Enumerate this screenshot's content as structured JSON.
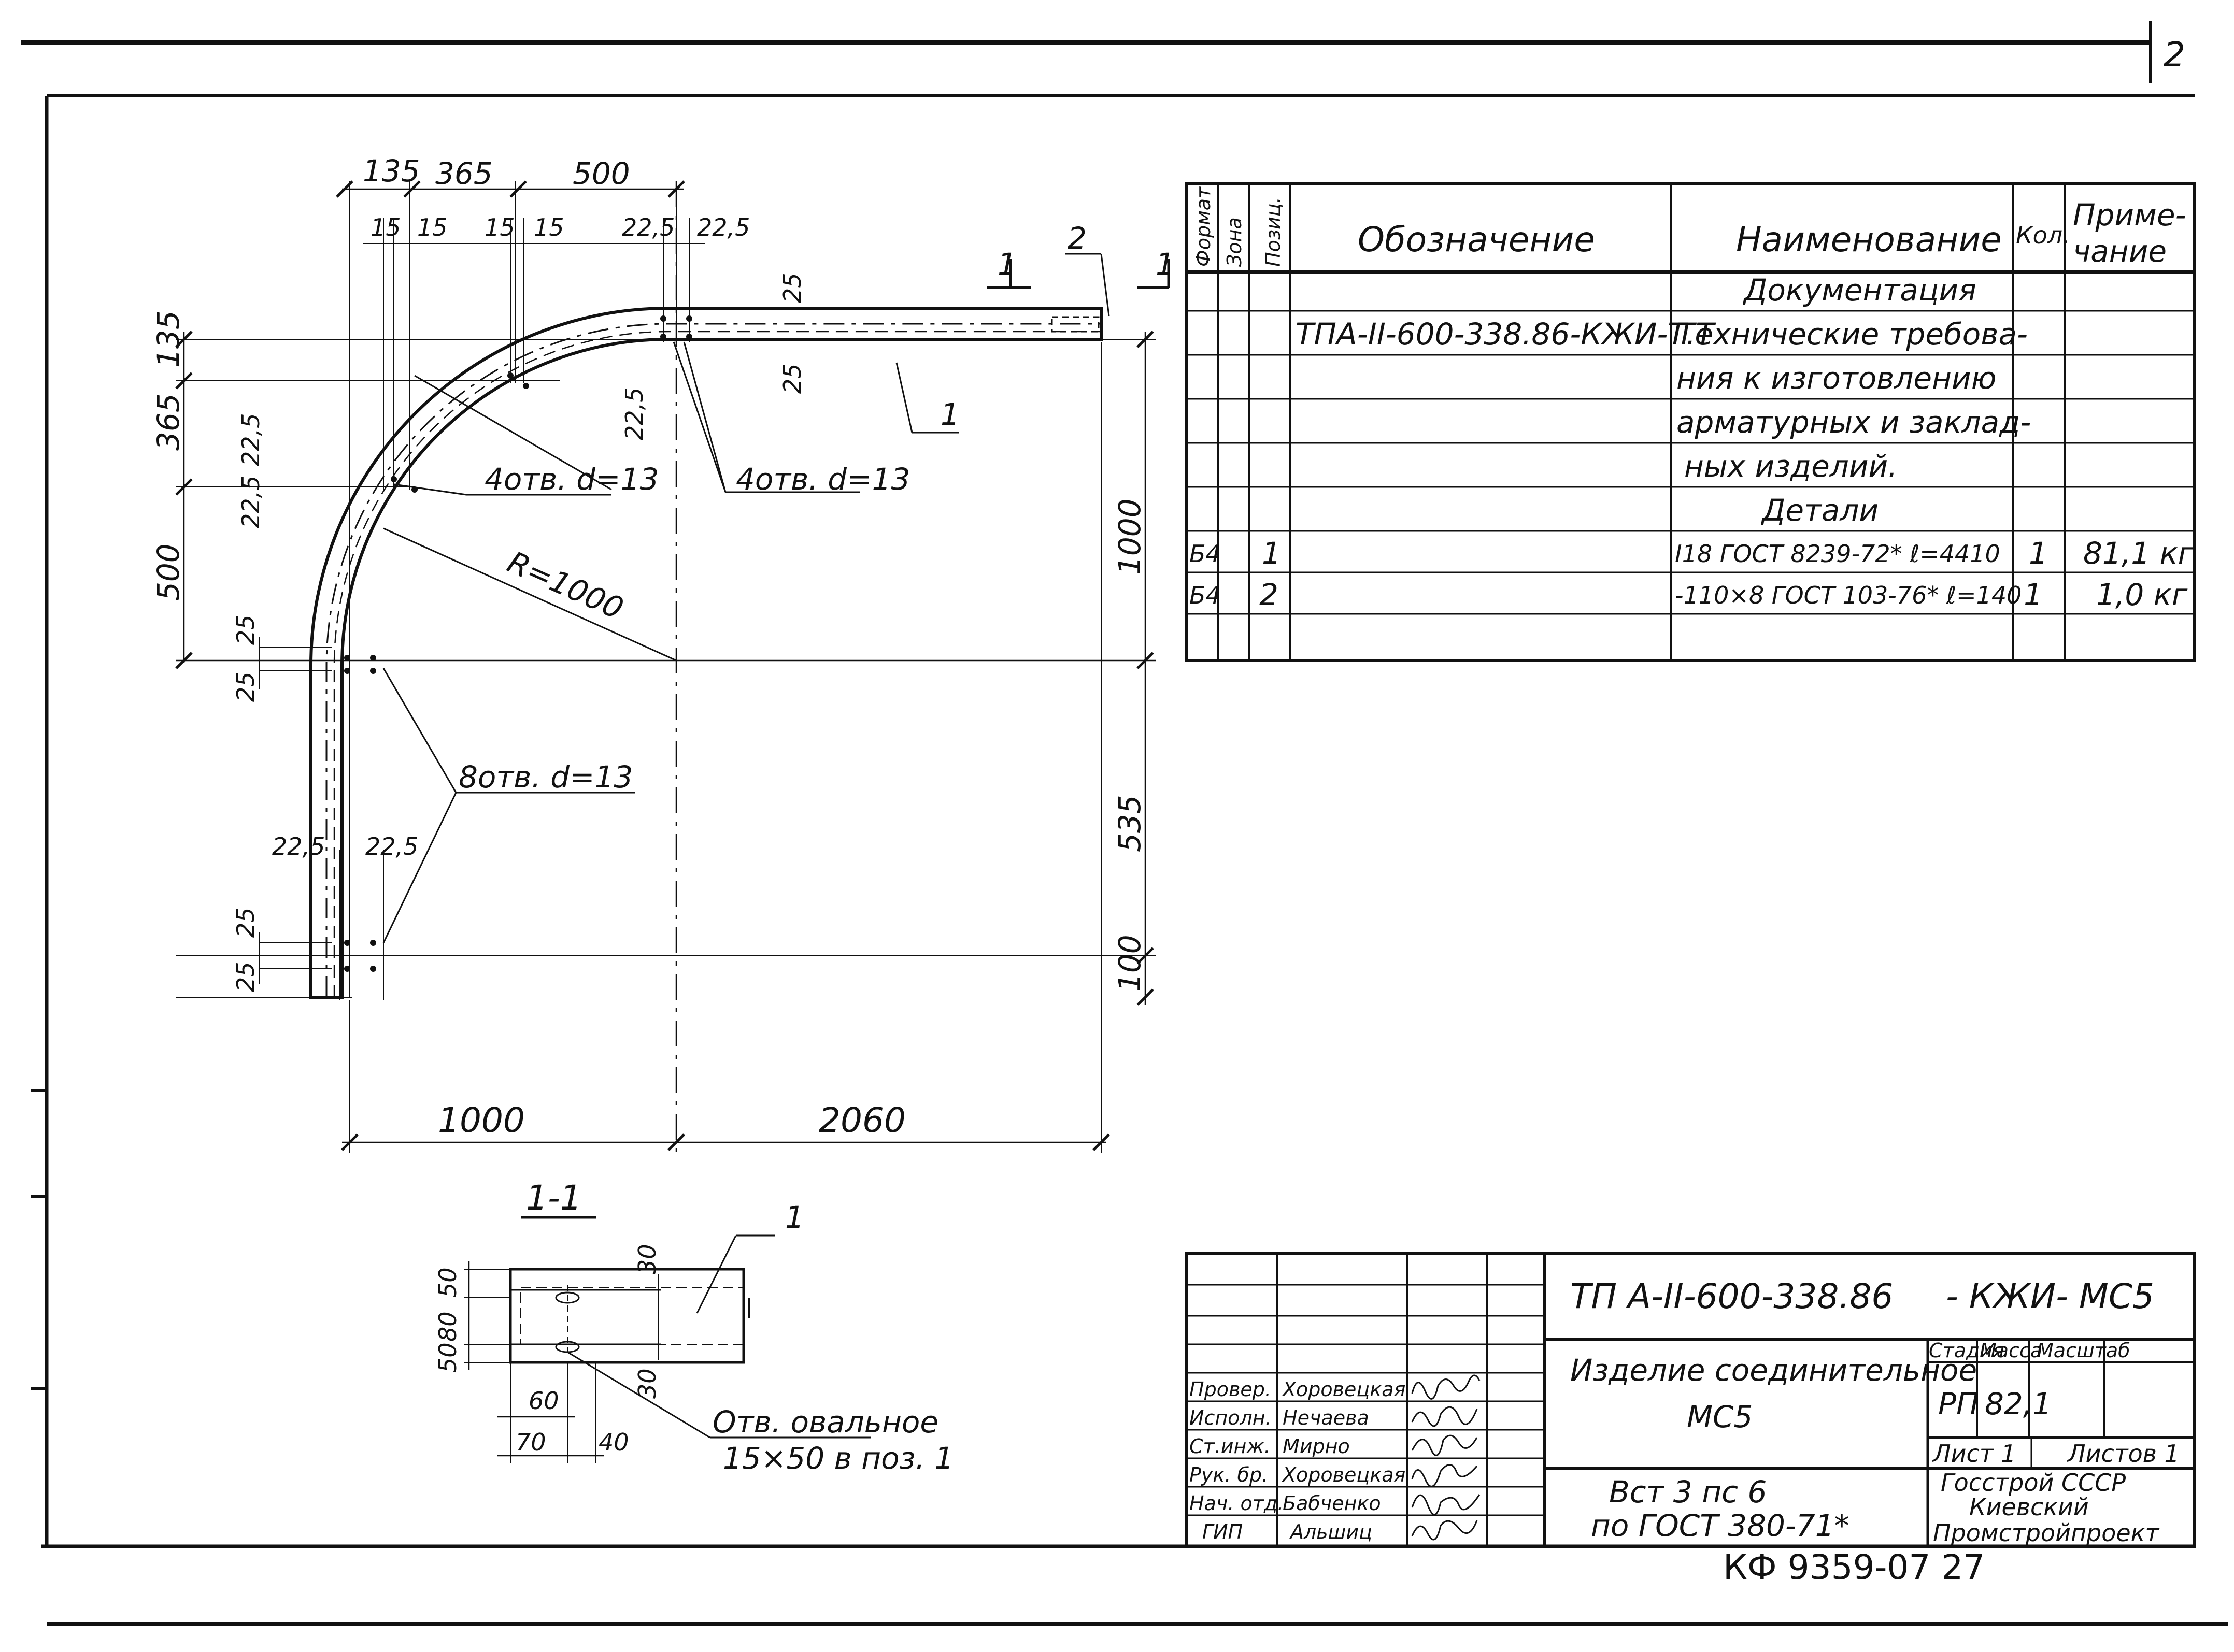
{
  "sheet_corner_no": "2",
  "drawing": {
    "top_dims": [
      "135",
      "365",
      "500"
    ],
    "hole_dims_row": [
      "15",
      "15",
      "15",
      "15",
      "22,5",
      "22,5"
    ],
    "right_dims": [
      "25",
      "25",
      "22,5"
    ],
    "left_dims": [
      "135",
      "365",
      "500",
      "22,5",
      "22,5",
      "25",
      "25",
      "22,5",
      "22,5",
      "25",
      "25"
    ],
    "vertical_dims_right": [
      "1000",
      "535",
      "100"
    ],
    "bottom_dims": [
      "1000",
      "2060"
    ],
    "radius": "R=1000",
    "holes_a": "4отв. d=13",
    "holes_b": "4отв. d=13",
    "holes_c": "8отв. d=13",
    "pos1": "1",
    "pos2": "2",
    "cut_mark": "1"
  },
  "section": {
    "title": "1-1",
    "pos": "1",
    "dims_left": [
      "50",
      "80",
      "50"
    ],
    "dims_side": [
      "30",
      "30"
    ],
    "dims_bottom": [
      "60",
      "70",
      "40"
    ],
    "note_line1": "Отв. овальное",
    "note_line2": "15×50 в поз. 1"
  },
  "spec": {
    "headers": {
      "format": "Формат",
      "zone": "Зона",
      "pos": "Позиц.",
      "designation": "Обозначение",
      "name": "Наименование",
      "qty": "Кол.",
      "note1": "Приме-",
      "note2": "чание"
    },
    "section_docs": "Документация",
    "doc_code": "ТПА-II-600-338.86-КЖИ-Т.Т",
    "doc_lines": [
      "Технические требова-",
      "ния к изготовлению",
      "арматурных и заклад-",
      "ных изделий."
    ],
    "section_parts": "Детали",
    "rows": [
      {
        "format": "Б4",
        "pos": "1",
        "name": "I18 ГОСТ 8239-72* ℓ=4410",
        "qty": "1",
        "note": "81,1 кг"
      },
      {
        "format": "Б4",
        "pos": "2",
        "name": "-110×8 ГОСТ 103-76* ℓ=140",
        "qty": "1",
        "note": "1,0 кг"
      }
    ]
  },
  "title_block": {
    "code": "ТП А-II-600-338.86",
    "code_suffix": "- КЖИ- МС5",
    "item_name_line1": "Изделие соединительное",
    "item_name_line2": "МС5",
    "stage_label": "Стадия",
    "mass_label": "Масса",
    "scale_label": "Масштаб",
    "stage": "РП",
    "mass": "82,1",
    "sheet": "Лист 1",
    "sheets": "Листов 1",
    "material_line1": "Вст 3 пс 6",
    "material_line2": "по ГОСТ 380-71*",
    "org_line1": "Госстрой СССР",
    "org_line2": "Киевский",
    "org_line3": "Промстройпроект",
    "people": [
      {
        "role": "Провер.",
        "name": "Хоровецкая"
      },
      {
        "role": "Исполн.",
        "name": "Нечаева"
      },
      {
        "role": "Ст.инж.",
        "name": "Мирно"
      },
      {
        "role": "Рук. бр.",
        "name": "Хоровецкая"
      },
      {
        "role": "Нач. отд.",
        "name": "Бабченко"
      },
      {
        "role": "ГИП",
        "name": "Альшиц"
      }
    ]
  },
  "archive_no": "КФ 9359-07   27"
}
